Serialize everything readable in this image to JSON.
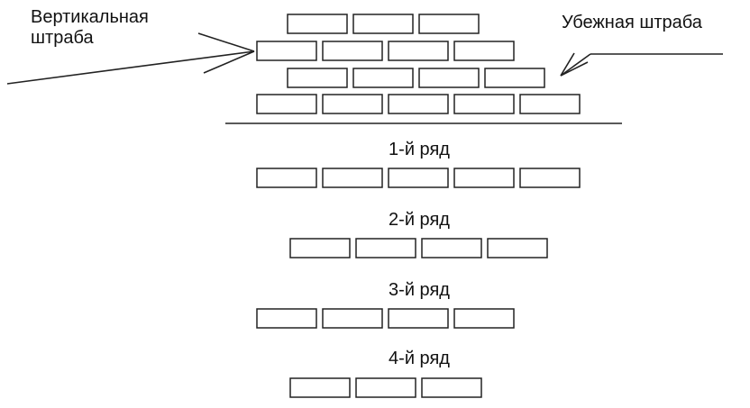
{
  "labels": {
    "vertical_toothing": [
      "Вертикальная",
      "штраба"
    ],
    "raking_toothing": "Убежная штрaба"
  },
  "rows": [
    {
      "label": "1-й ряд",
      "bricks": 5
    },
    {
      "label": "2-й ряд",
      "bricks": 4
    },
    {
      "label": "3-й ряд",
      "bricks": 4
    },
    {
      "label": "4-й ряд",
      "bricks": 3
    }
  ],
  "assembled_wall": {
    "courses_top_to_bottom": [
      3,
      4,
      4,
      5
    ]
  },
  "colors": {
    "brick_stroke": "#222222",
    "brick_fill": "#ffffff"
  }
}
